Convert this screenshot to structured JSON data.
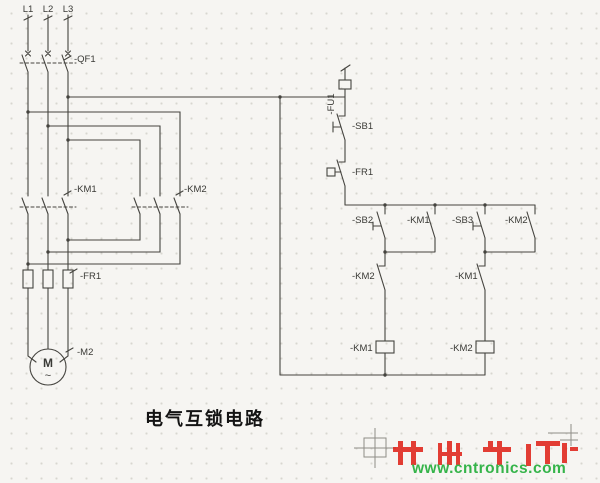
{
  "colors": {
    "background": "#f6f5f2",
    "grid_dot": "#d8d6d0",
    "wire": "#45443f",
    "label": "#3a3a36",
    "watermark_green": "#35b44a",
    "watermark_red": "#e0241a"
  },
  "power_circuit": {
    "phase_labels": [
      "L1",
      "L2",
      "L3"
    ],
    "breaker_label": "-QF1",
    "contactor1_label": "-KM1",
    "contactor2_label": "-KM2",
    "thermal_relay_label": "-FR1",
    "motor_label": "-M2",
    "motor_letter": "M",
    "motor_wave": "~"
  },
  "control_circuit": {
    "fuse_label": "-FU1",
    "stop_button_label": "-SB1",
    "thermal_contact_label": "-FR1",
    "start_button1_label": "-SB2",
    "seal_in1_label": "-KM1",
    "start_button2_label": "-SB3",
    "seal_in2_label": "-KM2",
    "interlock1_label": "-KM2",
    "interlock2_label": "-KM1",
    "coil1_label": "-KM1",
    "coil2_label": "-KM2"
  },
  "title": "电气互锁电路",
  "watermark": "www.cntronics.com"
}
